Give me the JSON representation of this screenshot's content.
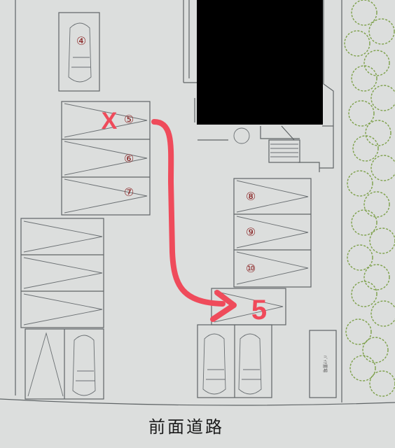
{
  "labels": {
    "road": "前面道路",
    "spot_4": "④",
    "spot_5": "⑤",
    "spot_6": "⑥",
    "spot_7": "⑦",
    "spot_8": "⑧",
    "spot_9": "⑨",
    "spot_10": "⑩",
    "new_spot": "5",
    "cross_mark": "X",
    "small_text": "ﾊﾞｲｸ置場"
  },
  "colors": {
    "annotation_red": "#ef4b5b",
    "paper": "#dcdedd",
    "lines": "#5f6466",
    "redacted": "#000000",
    "tree": "#7da04a"
  }
}
